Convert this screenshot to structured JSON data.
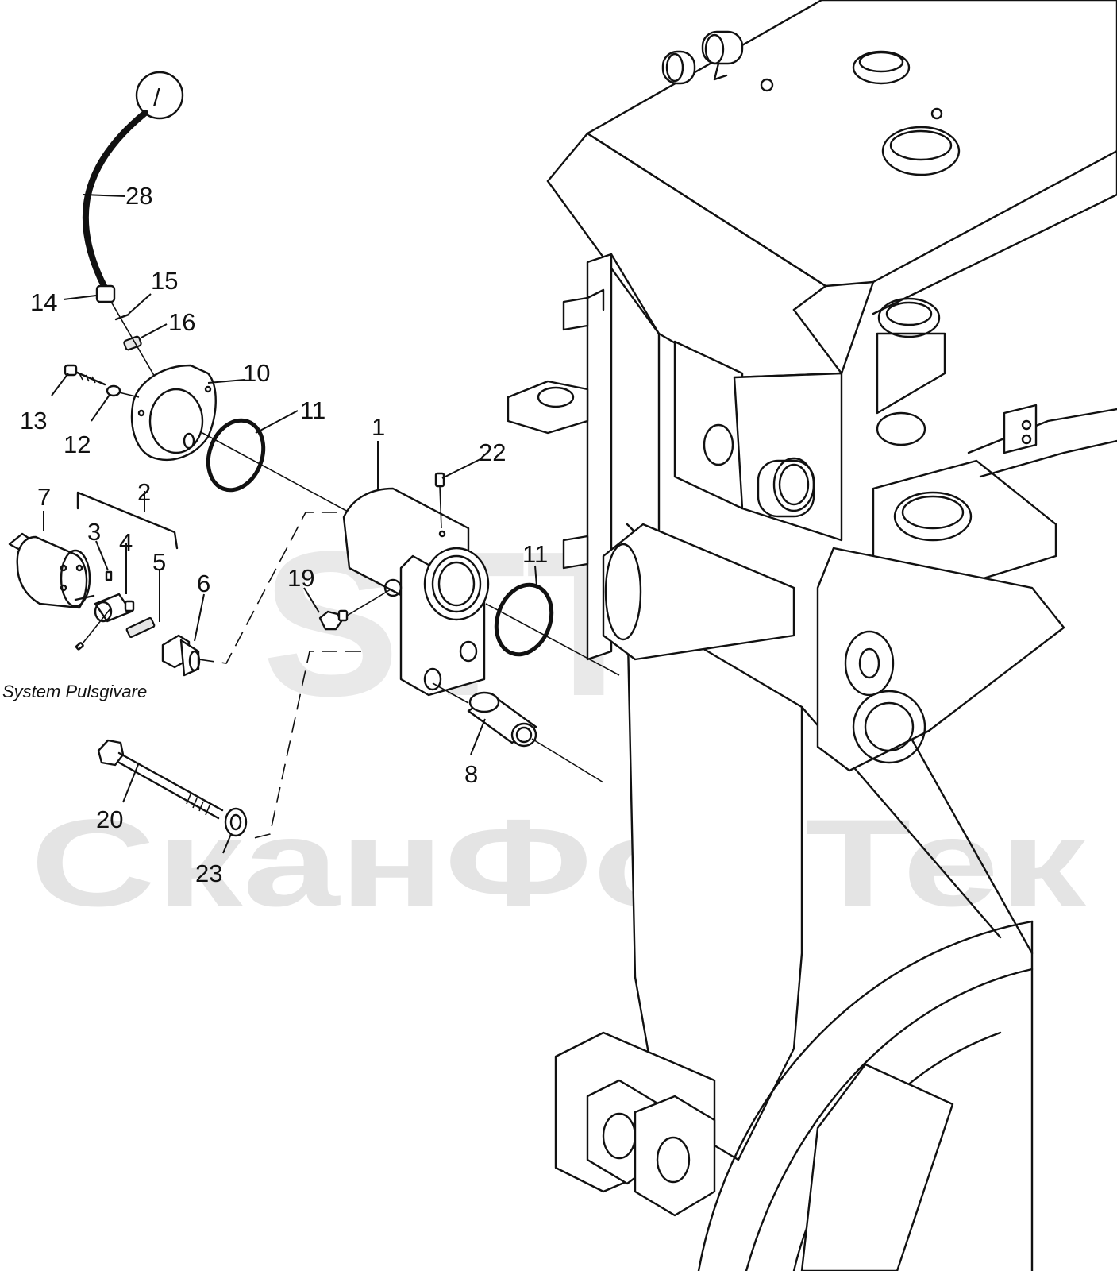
{
  "diagram": {
    "sheet_marker": "/",
    "caption": "System Pulsgivare",
    "watermark_logo": "STT",
    "watermark_text": "СканФорТек",
    "callouts": [
      {
        "id": "c28",
        "label": "28"
      },
      {
        "id": "c14",
        "label": "14"
      },
      {
        "id": "c15",
        "label": "15"
      },
      {
        "id": "c16",
        "label": "16"
      },
      {
        "id": "c10",
        "label": "10"
      },
      {
        "id": "c13",
        "label": "13"
      },
      {
        "id": "c12",
        "label": "12"
      },
      {
        "id": "c11a",
        "label": "11"
      },
      {
        "id": "c1",
        "label": "1"
      },
      {
        "id": "c22",
        "label": "22"
      },
      {
        "id": "c2",
        "label": "2"
      },
      {
        "id": "c7",
        "label": "7"
      },
      {
        "id": "c3",
        "label": "3"
      },
      {
        "id": "c4",
        "label": "4"
      },
      {
        "id": "c5",
        "label": "5"
      },
      {
        "id": "c6",
        "label": "6"
      },
      {
        "id": "c19",
        "label": "19"
      },
      {
        "id": "c11b",
        "label": "11"
      },
      {
        "id": "c8",
        "label": "8"
      },
      {
        "id": "c20",
        "label": "20"
      },
      {
        "id": "c23",
        "label": "23"
      }
    ]
  }
}
